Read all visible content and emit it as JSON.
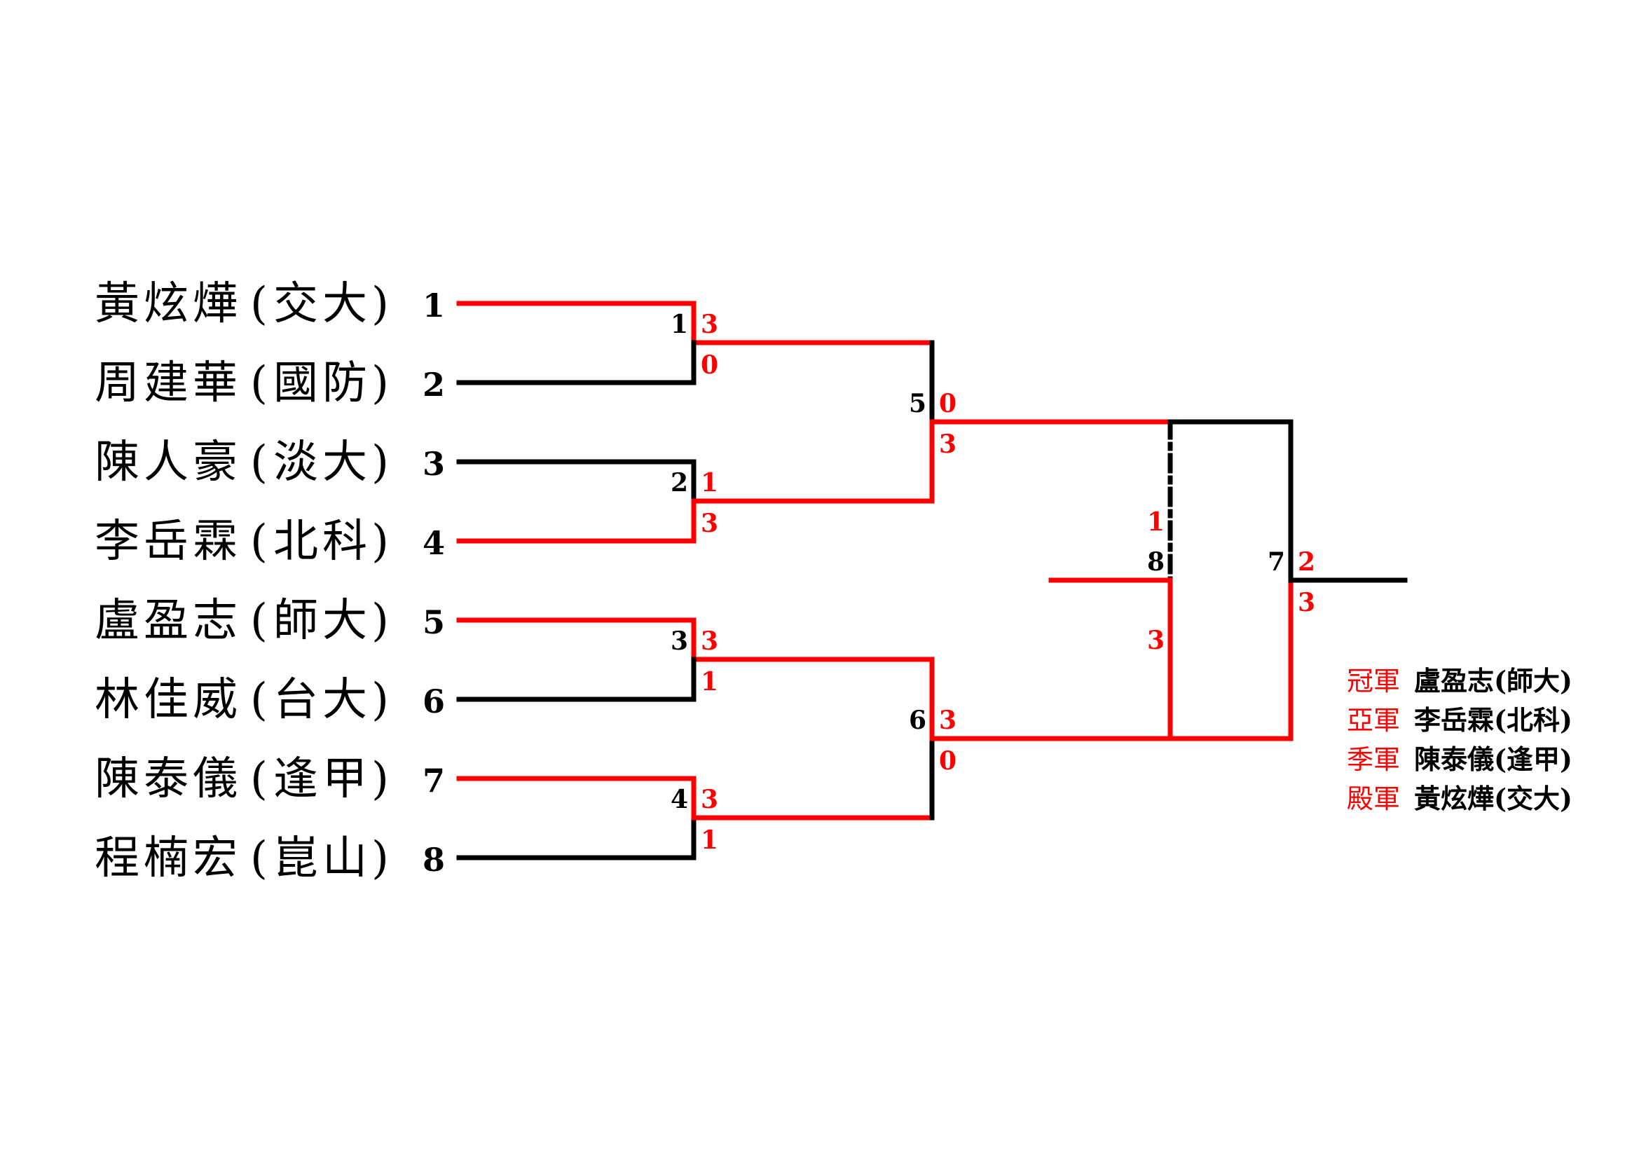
{
  "colors": {
    "win": "#ff0000",
    "line": "#000000"
  },
  "players": [
    {
      "seed": "1",
      "name": "黃炫燁",
      "school": "交大"
    },
    {
      "seed": "2",
      "name": "周建華",
      "school": "國防"
    },
    {
      "seed": "3",
      "name": "陳人豪",
      "school": "淡大"
    },
    {
      "seed": "4",
      "name": "李岳霖",
      "school": "北科"
    },
    {
      "seed": "5",
      "name": "盧盈志",
      "school": "師大"
    },
    {
      "seed": "6",
      "name": "林佳威",
      "school": "台大"
    },
    {
      "seed": "7",
      "name": "陳泰儀",
      "school": "逢甲"
    },
    {
      "seed": "8",
      "name": "程楠宏",
      "school": "崑山"
    }
  ],
  "matches": [
    {
      "number": "1",
      "score_top": "3",
      "score_bottom": "0"
    },
    {
      "number": "2",
      "score_top": "1",
      "score_bottom": "3"
    },
    {
      "number": "3",
      "score_top": "3",
      "score_bottom": "1"
    },
    {
      "number": "4",
      "score_top": "3",
      "score_bottom": "1"
    },
    {
      "number": "5",
      "score_top": "0",
      "score_bottom": "3"
    },
    {
      "number": "6",
      "score_top": "3",
      "score_bottom": "0"
    },
    {
      "number": "7",
      "score_top": "2",
      "score_bottom": "3"
    },
    {
      "number": "8",
      "score_top": "1",
      "score_bottom": "3"
    }
  ],
  "standings": [
    {
      "label": "冠軍",
      "player": "盧盈志(師大)"
    },
    {
      "label": "亞軍",
      "player": "李岳霖(北科)"
    },
    {
      "label": "季軍",
      "player": "陳泰儀(逢甲)"
    },
    {
      "label": "殿軍",
      "player": "黃炫燁(交大)"
    }
  ]
}
